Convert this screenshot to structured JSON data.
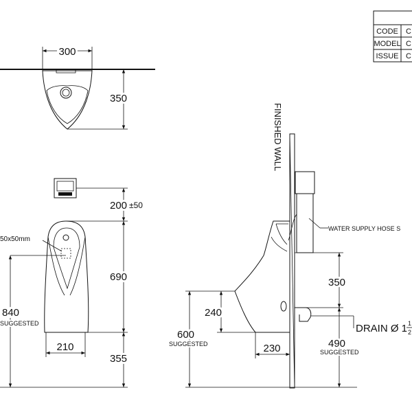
{
  "title_block": {
    "rows": [
      {
        "label": "CODE",
        "value": "C"
      },
      {
        "label": "MODEL",
        "value": "C"
      },
      {
        "label": "ISSUE",
        "value": "C"
      }
    ]
  },
  "top_view": {
    "width_dim": "300",
    "depth_dim": "350"
  },
  "front_view": {
    "sensor_offset_dim": "200",
    "sensor_offset_tol": "±50",
    "outlet_label": "50x50mm",
    "height_dim": "690",
    "total_height_dim": "840",
    "total_height_note": "SUGGESTED",
    "base_width_dim": "210",
    "floor_to_base_dim": "355"
  },
  "side_view": {
    "wall_label": "FINISHED WALL",
    "hose_label": "WATER SUPPLY HOSE S",
    "inlet_to_drain_dim": "350",
    "drain_label": "DRAIN Ø 1",
    "drain_fraction_num": "1",
    "drain_fraction_den": "2",
    "rim_depth_dim": "240",
    "rim_height_dim": "600",
    "rim_height_note": "SUGGESTED",
    "projection_dim": "230",
    "drain_height_dim": "490",
    "drain_height_note": "SUGGESTED"
  }
}
